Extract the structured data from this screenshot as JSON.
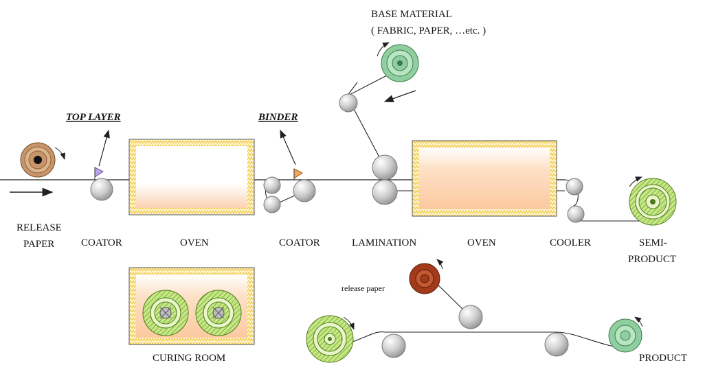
{
  "labels": {
    "base_material": "BASE MATERIAL",
    "base_material_sub": "( FABRIC, PAPER, …etc. )",
    "top_layer": "TOP LAYER",
    "binder": "BINDER",
    "release": "RELEASE",
    "paper": "PAPER",
    "coator_1": "COATOR",
    "oven_1": "OVEN",
    "coator_2": "COATOR",
    "lamination": "LAMINATION",
    "oven_2": "OVEN",
    "cooler": "COOLER",
    "semi": "SEMI-",
    "product_1": "PRODUCT",
    "curing_room": "CURING ROOM",
    "release_paper_small": "release paper",
    "product_2": "PRODUCT"
  },
  "colors": {
    "line": "#222222",
    "oven_border": "#f5d76e",
    "oven_fill": "#fde3cc",
    "roller": "#bdbdbd",
    "release_roll": "#c8956a",
    "base_roll": "#8fcf9f",
    "product_roll": "#9bd34a",
    "release_paper_roll": "#a33a1a"
  }
}
